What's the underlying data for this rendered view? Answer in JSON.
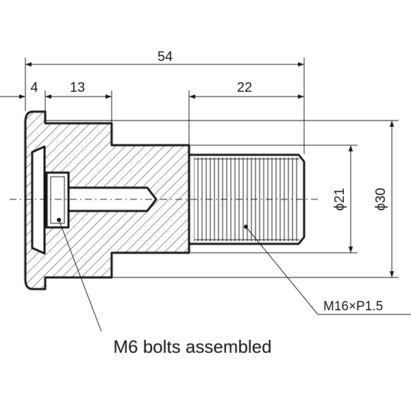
{
  "drawing": {
    "dimensions": {
      "overall_length": "54",
      "flange_width": "4",
      "shoulder_length": "13",
      "thread_length": "22",
      "thread_diameter": "ϕ21",
      "body_diameter": "ϕ30"
    },
    "annotations": {
      "thread_spec": "M16×P1.5",
      "bolt_note": "M6 bolts assembled"
    },
    "colors": {
      "ink": "#111111",
      "paper": "#ffffff"
    }
  }
}
